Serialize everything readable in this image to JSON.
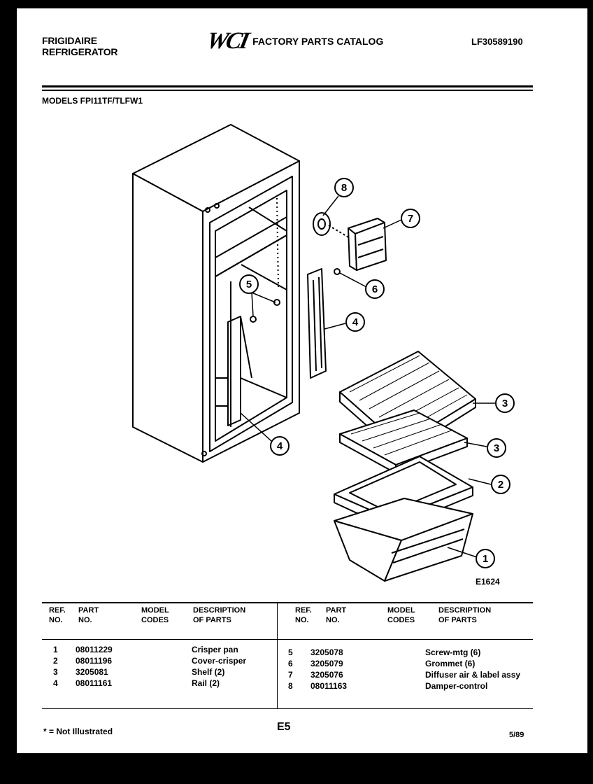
{
  "header": {
    "brand": "FRIGIDAIRE",
    "product": "REFRIGERATOR",
    "logo": "WCI",
    "catalog_title": "FACTORY PARTS CATALOG",
    "catalog_code": "LF30589190"
  },
  "models_line": "MODELS FPI11TF/TLFW1",
  "figure_code": "E1624",
  "callouts": {
    "c1": "1",
    "c2": "2",
    "c3a": "3",
    "c3b": "3",
    "c4a": "4",
    "c4b": "4",
    "c5": "5",
    "c6": "6",
    "c7": "7",
    "c8": "8"
  },
  "table": {
    "headers": {
      "ref_no": [
        "REF.",
        "NO."
      ],
      "part_no": [
        "PART",
        "NO."
      ],
      "model_codes": [
        "MODEL",
        "CODES"
      ],
      "description": [
        "DESCRIPTION",
        "OF PARTS"
      ]
    },
    "left_rows": [
      {
        "ref": "1",
        "part": "08011229",
        "desc": "Crisper pan"
      },
      {
        "ref": "2",
        "part": "08011196",
        "desc": "Cover-crisper"
      },
      {
        "ref": "3",
        "part": "3205081",
        "desc": "Shelf (2)"
      },
      {
        "ref": "4",
        "part": "08011161",
        "desc": "Rail (2)"
      }
    ],
    "right_rows": [
      {
        "ref": "5",
        "part": "3205078",
        "desc": "Screw-mtg (6)"
      },
      {
        "ref": "6",
        "part": "3205079",
        "desc": "Grommet (6)"
      },
      {
        "ref": "7",
        "part": "3205076",
        "desc": "Diffuser air & label assy"
      },
      {
        "ref": "8",
        "part": "08011163",
        "desc": "Damper-control"
      }
    ]
  },
  "footer": {
    "note": "* = Not Illustrated",
    "page": "E5",
    "date": "5/89"
  }
}
